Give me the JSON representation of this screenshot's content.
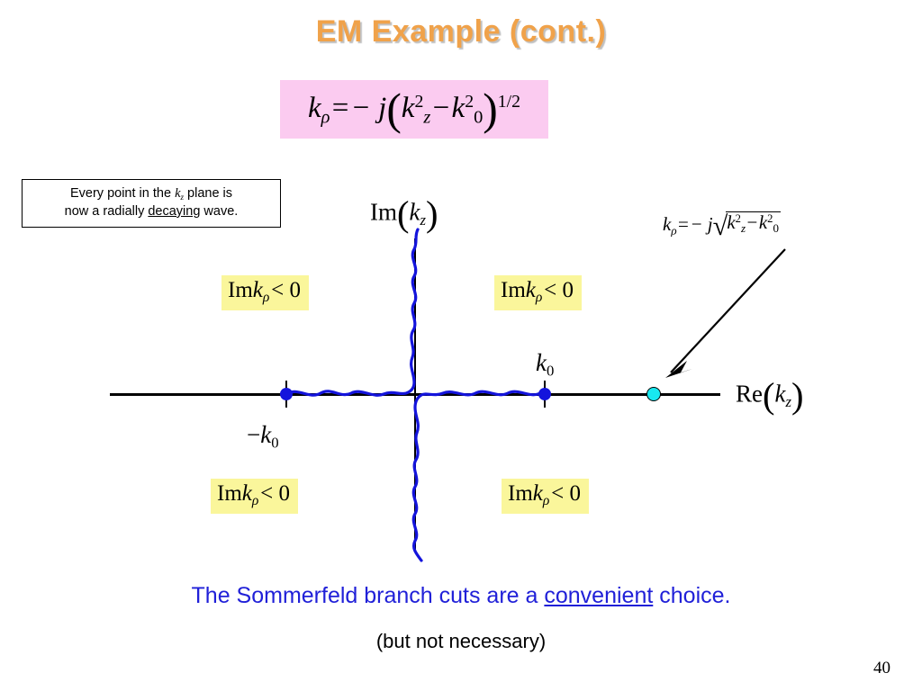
{
  "slide": {
    "title": "EM Example (cont.)",
    "title_color": "#F0A24A",
    "page_number": "40",
    "background_color": "#FFFFFF"
  },
  "main_equation": {
    "latex": "k_\\rho = -j\\left(k_z^2 - k_0^2\\right)^{1/2}",
    "plain": "k_rho = -j ( k_z^2 - k_0^2 )^(1/2)",
    "background_color": "#FBCBF0",
    "parts": {
      "k": "k",
      "rho": "ρ",
      "equals": "=",
      "minus_j": "− j",
      "paren_open": "(",
      "kz": "k",
      "z": "z",
      "two": "2",
      "minus": "−",
      "k0": "k",
      "zero": "0",
      "paren_close": ")",
      "exponent": "1/2"
    }
  },
  "note_box": {
    "line1_prefix": "Every point in the ",
    "line1_symbol": "k",
    "line1_symbol_sub": "z",
    "line1_suffix": " plane is",
    "line2_prefix": "now a radially ",
    "line2_underlined": "decaying",
    "line2_suffix": " wave."
  },
  "axes": {
    "imaginary_label": {
      "operator": "Im",
      "paren_open": "(",
      "variable": "k",
      "subscript": "z",
      "paren_close": ")"
    },
    "real_label": {
      "operator": "Re",
      "paren_open": "(",
      "variable": "k",
      "subscript": "z",
      "paren_close": ")"
    }
  },
  "markers": {
    "branch_point_negative": {
      "label_minus": "−",
      "label_k": "k",
      "label_sub": "0",
      "color": "#1414DC"
    },
    "branch_point_positive": {
      "label_k": "k",
      "label_sub": "0",
      "color": "#1414DC"
    },
    "sample_point": {
      "fill_color": "#18E8F0",
      "stroke_color": "#000000"
    }
  },
  "quadrant_labels": [
    {
      "position": "top-left",
      "operator": "Im",
      "variable": "k",
      "subscript": "ρ",
      "relation": "< 0",
      "background_color": "#FAF69B"
    },
    {
      "position": "top-right",
      "operator": "Im",
      "variable": "k",
      "subscript": "ρ",
      "relation": "< 0",
      "background_color": "#FAF69B"
    },
    {
      "position": "bottom-left",
      "operator": "Im",
      "variable": "k",
      "subscript": "ρ",
      "relation": "< 0",
      "background_color": "#FAF69B"
    },
    {
      "position": "bottom-right",
      "operator": "Im",
      "variable": "k",
      "subscript": "ρ",
      "relation": "< 0",
      "background_color": "#FAF69B"
    }
  ],
  "annotation_equation": {
    "latex": "k_\\rho = -j\\sqrt{k_z^2 - k_0^2}",
    "plain": "k_rho = -j sqrt( k_z^2 - k_0^2 )",
    "parts": {
      "k": "k",
      "rho": "ρ",
      "equals": "=",
      "minus_j": "− j",
      "radical": "√",
      "kz": "k",
      "z": "z",
      "two": "2",
      "minus": "−",
      "k0": "k",
      "zero": "0"
    }
  },
  "branch_cuts": {
    "color": "#1414DC",
    "description": "Sommerfeld wavy branch cuts: one from -k0 rising along the upper imaginary axis, one from +k0 descending along the lower imaginary axis"
  },
  "captions": {
    "main_prefix": "The Sommerfeld branch cuts are a ",
    "main_underlined": "convenient",
    "main_suffix": " choice.",
    "main_color": "#2020D8",
    "sub": "(but not necessary)",
    "sub_color": "#000000"
  }
}
